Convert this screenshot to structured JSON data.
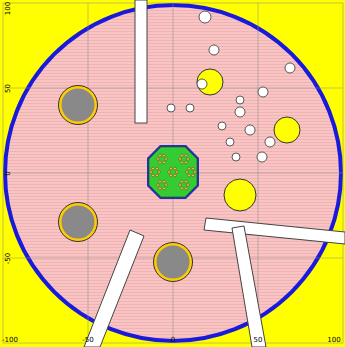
{
  "diagram": {
    "labels": [
      "100",
      "50",
      "0",
      "-50",
      "-100",
      "-50",
      "0",
      "50",
      "100"
    ]
  }
}
